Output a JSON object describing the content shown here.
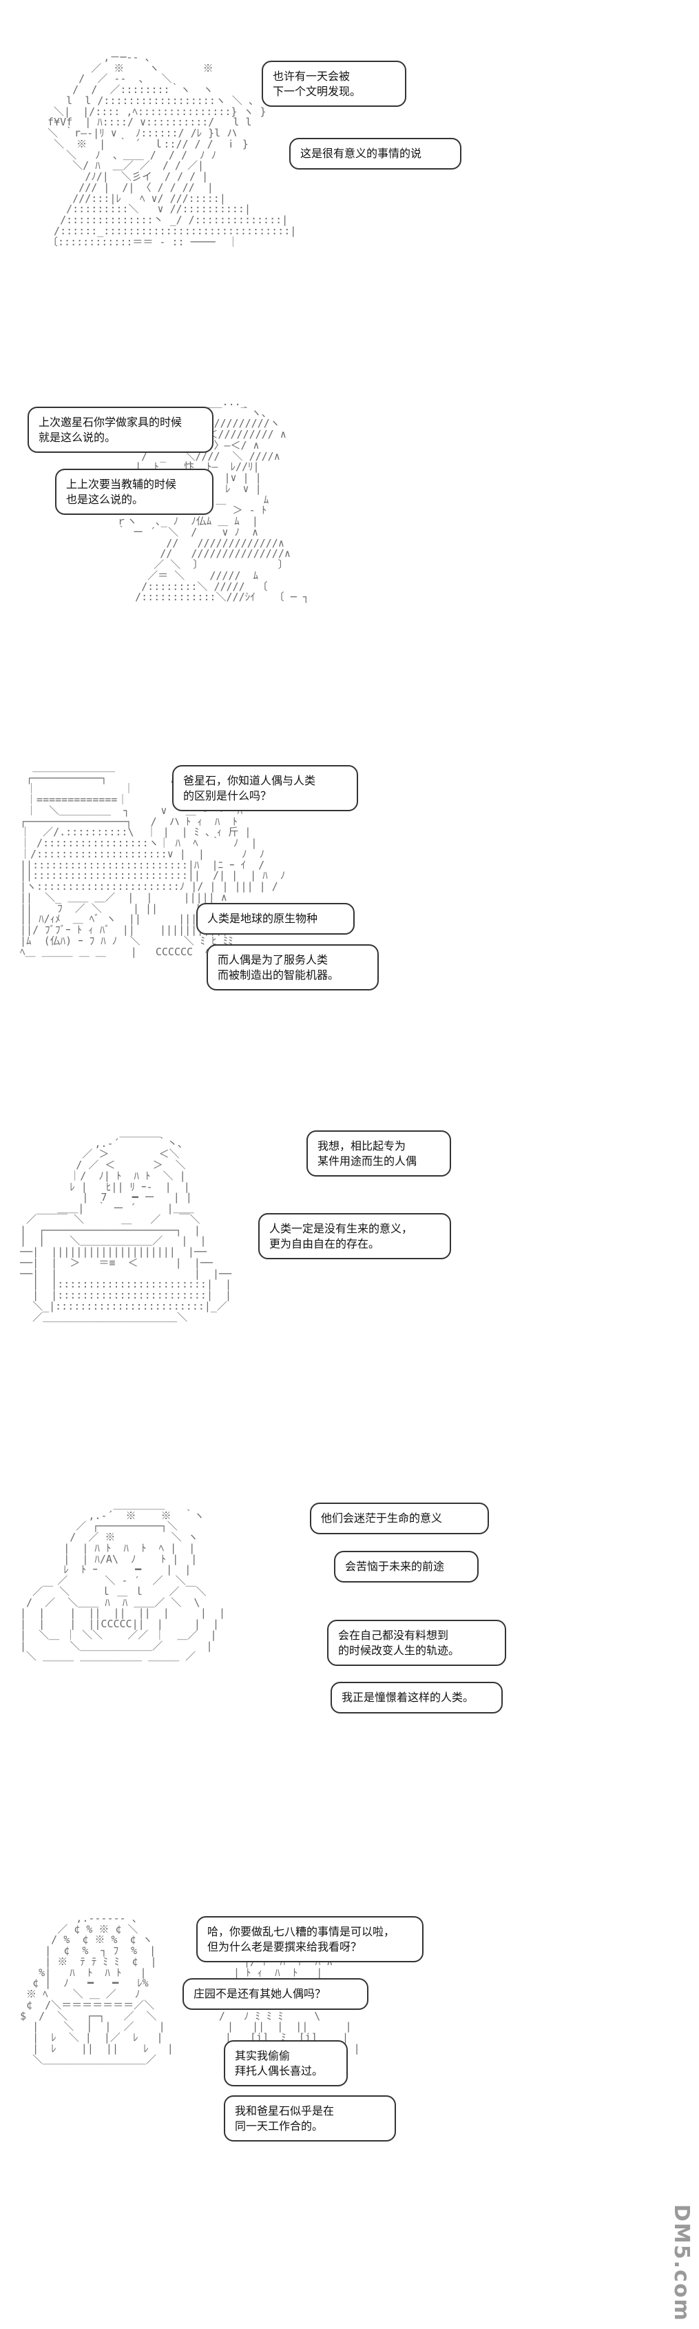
{
  "panels": [
    {
      "bubbles": [
        "也许有一天会被\n下一个文明发现。",
        "这是很有意义的事情的说"
      ]
    },
    {
      "bubbles": [
        "上次邀星石你学做家具的时候\n就是这么说的。",
        "上上次要当教辅的时候\n也是这么说的。"
      ]
    },
    {
      "bubbles": [
        "爸星石，你知道人偶与人类\n的区别是什么吗？",
        "人类是地球的原生物种",
        "而人偶是为了服务人类\n而被制造出的智能机器。"
      ]
    },
    {
      "bubbles": [
        "我想，相比起专为\n某件用途而生的人偶",
        "人类一定是没有生来的意义，\n更为自由自在的存在。"
      ]
    },
    {
      "bubbles": [
        "他们会迷茫于生命的意义",
        "会苦恼于未来的前途",
        "会在自己都没有料想到\n的时候改变人生的轨迹。",
        "我正是憧憬着这样的人类。"
      ]
    },
    {
      "bubbles": [
        "哈，你要做乱七八糟的事情是可以啦，\n但为什么老是要撰来给我看呀？",
        "庄园不是还有其她人偶吗？",
        "其实我偷偷\n拜托人偶长喜过。",
        "我和爸星石似乎是在\n同一天工作合的。"
      ]
    }
  ],
  "watermark": "DM5.com"
}
